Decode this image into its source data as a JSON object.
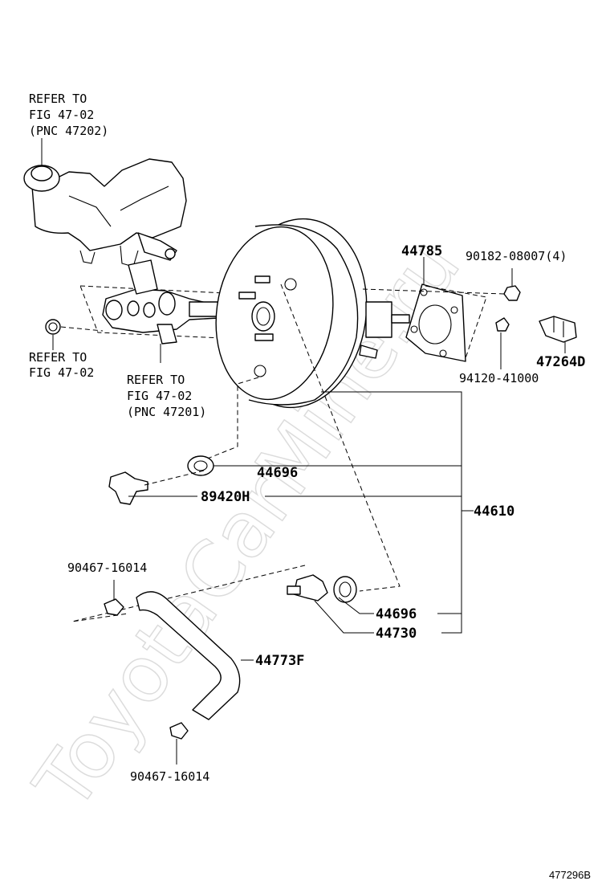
{
  "watermark": "ToyotaCarMine.ru",
  "diagram_code": "477296B",
  "references": {
    "reservoir": [
      "REFER TO",
      "FIG 47-02",
      "(PNC 47202)"
    ],
    "cap_nut": [
      "REFER TO",
      "FIG 47-02"
    ],
    "master_cylinder": [
      "REFER TO",
      "FIG 47-02",
      "(PNC 47201)"
    ]
  },
  "parts": {
    "gasket": "44785",
    "nut": "90182-08007(4)",
    "bracket": "47264D",
    "pin": "94120-41000",
    "grommet_upper": "44696",
    "sensor": "89420H",
    "booster_assy": "44610",
    "clip_upper": "90467-16014",
    "grommet_lower": "44696",
    "check_valve": "44730",
    "hose": "44773F",
    "clip_lower": "90467-16014"
  }
}
